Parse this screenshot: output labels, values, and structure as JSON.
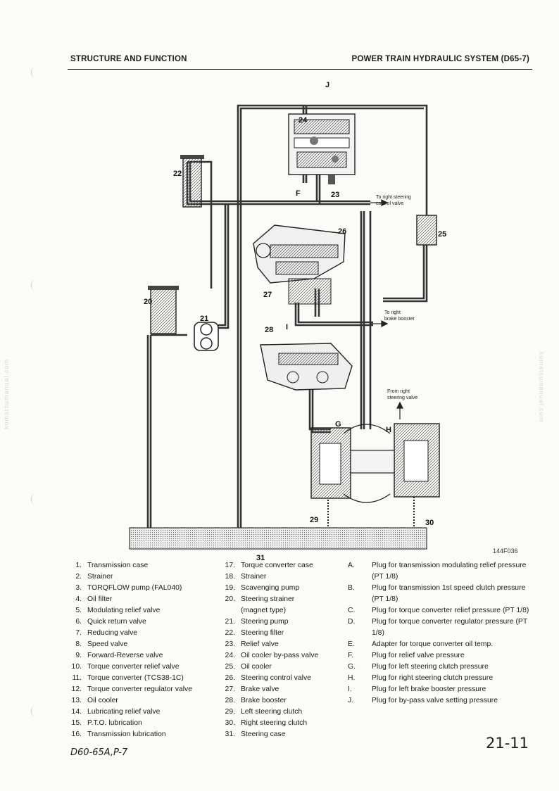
{
  "header": {
    "left": "STRUCTURE AND FUNCTION",
    "right": "POWER TRAIN HYDRAULIC SYSTEM (D65-7)"
  },
  "watermark": "komatsumanual.com",
  "figure": {
    "code": "144F036",
    "callouts": {
      "n20": "20",
      "n21": "21",
      "n22": "22",
      "n23": "23",
      "n24": "24",
      "n25": "25",
      "n26": "26",
      "n27": "27",
      "n28": "28",
      "n29": "29",
      "n30": "30",
      "n31": "31",
      "J": "J",
      "F": "F",
      "I": "I",
      "G": "G",
      "H": "H"
    },
    "notes": {
      "right_steering_l1": "To right steering",
      "right_steering_l2": "control valve",
      "right_brake_l1": "To right",
      "right_brake_l2": "brake booster",
      "from_right_l1": "From right",
      "from_right_l2": "steering valve"
    }
  },
  "legend": {
    "col1": [
      {
        "n": "1.",
        "t": "Transmission case"
      },
      {
        "n": "2.",
        "t": "Strainer"
      },
      {
        "n": "3.",
        "t": "TORQFLOW pump (FAL040)"
      },
      {
        "n": "4.",
        "t": "Oil filter"
      },
      {
        "n": "5.",
        "t": "Modulating relief valve"
      },
      {
        "n": "6.",
        "t": "Quick return valve"
      },
      {
        "n": "7.",
        "t": "Reducing valve"
      },
      {
        "n": "8.",
        "t": "Speed valve"
      },
      {
        "n": "9.",
        "t": "Forward-Reverse valve"
      },
      {
        "n": "10.",
        "t": "Torque converter relief valve"
      },
      {
        "n": "11.",
        "t": "Torque converter (TCS38-1C)"
      },
      {
        "n": "12.",
        "t": "Torque converter regulator valve"
      },
      {
        "n": "13.",
        "t": "Oil cooler"
      },
      {
        "n": "14.",
        "t": "Lubricating relief valve"
      },
      {
        "n": "15.",
        "t": "P.T.O. lubrication"
      },
      {
        "n": "16.",
        "t": "Transmission lubrication"
      }
    ],
    "col2": [
      {
        "n": "17.",
        "t": "Torque converter case"
      },
      {
        "n": "18.",
        "t": "Strainer"
      },
      {
        "n": "19.",
        "t": "Scavenging pump"
      },
      {
        "n": "20.",
        "t": "Steering strainer"
      },
      {
        "n": "",
        "t": "(magnet type)"
      },
      {
        "n": "21.",
        "t": "Steering pump"
      },
      {
        "n": "22.",
        "t": "Steering filter"
      },
      {
        "n": "23.",
        "t": "Relief valve"
      },
      {
        "n": "24.",
        "t": "Oil cooler by-pass valve"
      },
      {
        "n": "25.",
        "t": "Oil cooler"
      },
      {
        "n": "26.",
        "t": "Steering control valve"
      },
      {
        "n": "27.",
        "t": "Brake valve"
      },
      {
        "n": "28.",
        "t": "Brake booster"
      },
      {
        "n": "29.",
        "t": "Left steering clutch"
      },
      {
        "n": "30.",
        "t": "Right steering clutch"
      },
      {
        "n": "31.",
        "t": "Steering case"
      }
    ],
    "col3": [
      {
        "n": "A.",
        "t": "Plug for transmission modulating relief pressure (PT 1/8)"
      },
      {
        "n": "B.",
        "t": "Plug for transmission 1st speed clutch pressure (PT 1/8)"
      },
      {
        "n": "C.",
        "t": "Plug for torque converter relief pressure (PT 1/8)"
      },
      {
        "n": "D.",
        "t": "Plug for torque converter regulator pressure (PT 1/8)"
      },
      {
        "n": "E.",
        "t": "Adapter for torque converter oil temp."
      },
      {
        "n": "F.",
        "t": "Plug for relief valve pressure"
      },
      {
        "n": "G.",
        "t": "Plug for left steering clutch pressure"
      },
      {
        "n": "H.",
        "t": "Plug for right steering clutch pressure"
      },
      {
        "n": "I.",
        "t": "Plug for left brake booster pressure"
      },
      {
        "n": "J.",
        "t": "Plug for by-pass valve setting pressure"
      }
    ]
  },
  "footer": {
    "model": "D60-65A,P-7",
    "page": "21-11"
  }
}
